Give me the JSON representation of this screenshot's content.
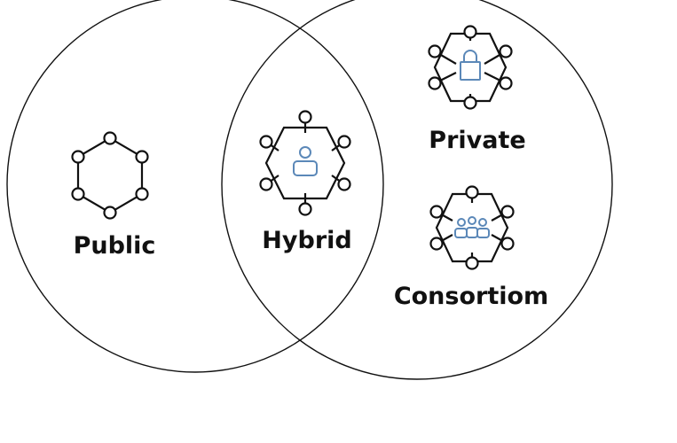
{
  "labels": {
    "public": "Public",
    "hybrid": "Hybrid",
    "private": "Private",
    "consortium": "Consortiom"
  },
  "icons": {
    "public": "hexagon-network-icon",
    "hybrid": "network-user-icon",
    "private": "network-lock-icon",
    "consortium": "network-group-icon"
  },
  "colors": {
    "outline": "#111111",
    "accent": "#5b88b8"
  }
}
